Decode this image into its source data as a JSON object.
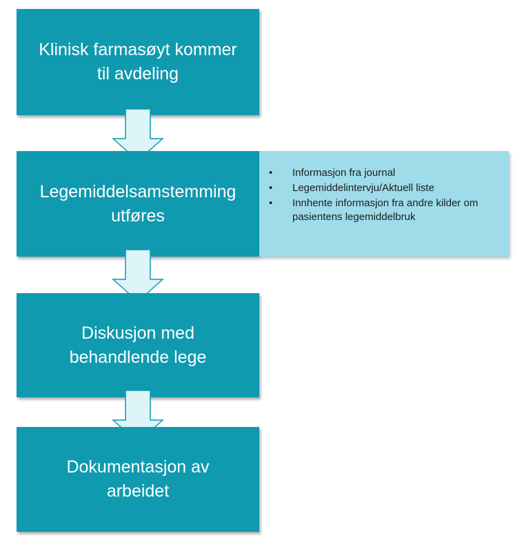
{
  "steps": [
    {
      "label": "Klinisk farmasøyt kommer\ntil avdeling"
    },
    {
      "label": "Legemiddelsamstemming\nutføres"
    },
    {
      "label": "Diskusjon med\nbehandlende lege"
    },
    {
      "label": "Dokumentasjon av\narbeidet"
    }
  ],
  "side_panel": {
    "bullet": "•",
    "items": [
      "Informasjon fra journal",
      "Legemiddelintervju/Aktuell liste",
      "Innhente informasjon fra andre kilder om pasientens legemiddelbruk"
    ]
  },
  "colors": {
    "box_fill": "#0f9ab0",
    "side_fill": "#9edcea",
    "arrow_fill": "#ddf4f8",
    "arrow_stroke": "#0f9ab0"
  }
}
